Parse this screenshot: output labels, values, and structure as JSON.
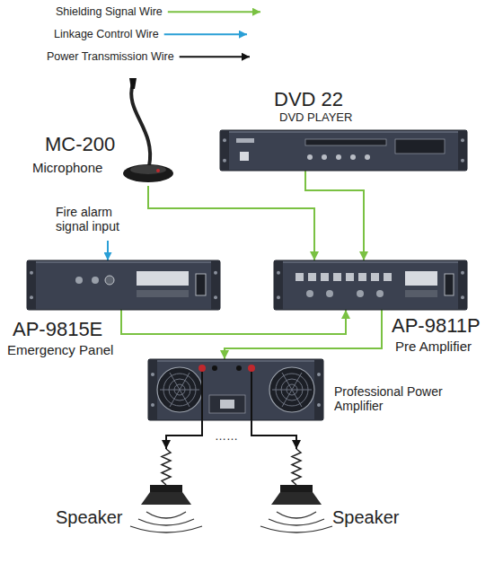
{
  "diagram": {
    "nodes": [
      {
        "text": [
          "MC-200",
          "Microphone"
        ]
      },
      {
        "text": [
          "DVD 22",
          "DVD PLAYER"
        ]
      },
      {
        "text": [
          "AP-9815E",
          "Emergency Panel"
        ]
      },
      {
        "text": [
          "AP-9811P",
          "Pre Amplifier"
        ]
      },
      {
        "text": [
          "Professional Power Amplifier"
        ]
      },
      {
        "text": [
          "Speaker"
        ]
      },
      {
        "text": [
          "Speaker"
        ]
      }
    ],
    "edges": [
      {
        "from": 0,
        "to": 3,
        "arrow": "to"
      },
      {
        "from": 1,
        "to": 3,
        "arrow": "to"
      },
      {
        "from": 2,
        "to": 3,
        "arrow": "to"
      },
      {
        "from": 3,
        "to": 4,
        "arrow": "to"
      },
      {
        "from": 4,
        "to": 5,
        "arrow": "to"
      },
      {
        "from": 4,
        "to": 6,
        "arrow": "to"
      }
    ],
    "labels": [
      "Fire alarm signal input",
      "……"
    ],
    "legend": [
      {
        "text": "Shielding Signal Wire"
      },
      {
        "text": "Linkage Control Wire"
      },
      {
        "text": "Power Transmission Wire"
      }
    ]
  }
}
